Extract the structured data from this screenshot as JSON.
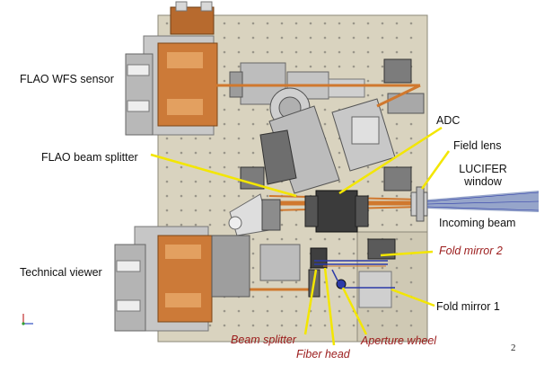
{
  "labels": {
    "wfs_sensor": "FLAO WFS sensor",
    "beam_splitter_flao": "FLAO beam splitter",
    "technical_viewer": "Technical viewer",
    "adc": "ADC",
    "field_lens": "Field lens",
    "lucifer_window_line1": "LUCIFER",
    "lucifer_window_line2": "window",
    "incoming_beam": "Incoming beam",
    "fold_mirror_2": "Fold mirror 2",
    "fold_mirror_1": "Fold mirror 1",
    "beam_splitter": "Beam splitter",
    "fiber_head": "Fiber head",
    "aperture_wheel": "Aperture wheel"
  },
  "page_number": "2",
  "colors": {
    "label_red": "#9b1b1b",
    "leader_yellow": "#f3e600",
    "plate": "#d9d3bf",
    "beam_orange": "#d0782e",
    "beam_blue": "#2c3aa8"
  }
}
